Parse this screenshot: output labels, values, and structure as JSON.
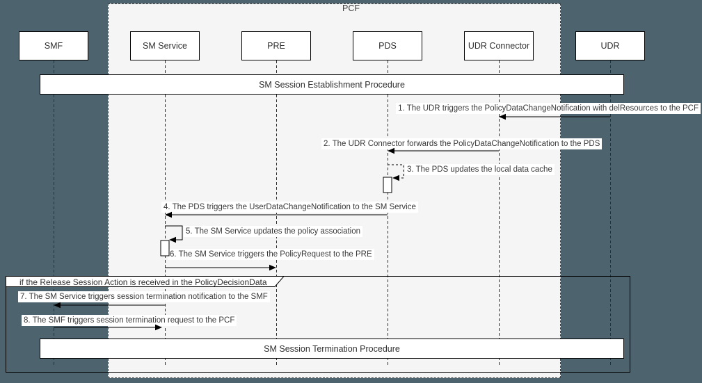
{
  "sequence_diagram": {
    "container": {
      "label": "PCF",
      "fill": "#f5f5f5",
      "border_style": "dashed"
    },
    "participants": [
      {
        "label": "SMF"
      },
      {
        "label": "SM Service"
      },
      {
        "label": "PRE"
      },
      {
        "label": "PDS"
      },
      {
        "label": "UDR Connector"
      },
      {
        "label": "UDR"
      }
    ],
    "procedure_bands": {
      "establishment": "SM Session Establishment Procedure",
      "termination": "SM Session Termination Procedure"
    },
    "condition_frame": {
      "label": "if the Release Session Action is received in the PolicyDecisionData"
    },
    "messages": [
      {
        "text": "1. The UDR triggers the PolicyDataChangeNotification with delResources to the PCF",
        "from": "UDR",
        "to": "UDR Connector",
        "type": "arrow-left"
      },
      {
        "text": "2. The UDR Connector forwards the PolicyDataChangeNotification to the PDS",
        "from": "UDR Connector",
        "to": "PDS",
        "type": "arrow-left"
      },
      {
        "text": "3. The PDS updates the local data cache",
        "from": "PDS",
        "to": "PDS",
        "type": "self-dashed"
      },
      {
        "text": "4. The PDS triggers the UserDataChangeNotification to the SM Service",
        "from": "PDS",
        "to": "SM Service",
        "type": "arrow-left"
      },
      {
        "text": "5. The SM Service updates the policy association",
        "from": "SM Service",
        "to": "SM Service",
        "type": "self-solid"
      },
      {
        "text": "6. The SM Service triggers the PolicyRequest to the PRE",
        "from": "SM Service",
        "to": "PRE",
        "type": "arrow-right"
      },
      {
        "text": "7. The SM Service triggers session termination notification to the SMF",
        "from": "SM Service",
        "to": "SMF",
        "type": "arrow-left"
      },
      {
        "text": "8. The SMF triggers session termination request to the PCF",
        "from": "SMF",
        "to": "SM Service",
        "type": "arrow-right"
      }
    ],
    "colors": {
      "canvas_background": "#4d646e",
      "container_fill": "#f5f5f5",
      "shape_fill": "#ffffff",
      "stroke": "#000000",
      "text": "#383838"
    }
  }
}
